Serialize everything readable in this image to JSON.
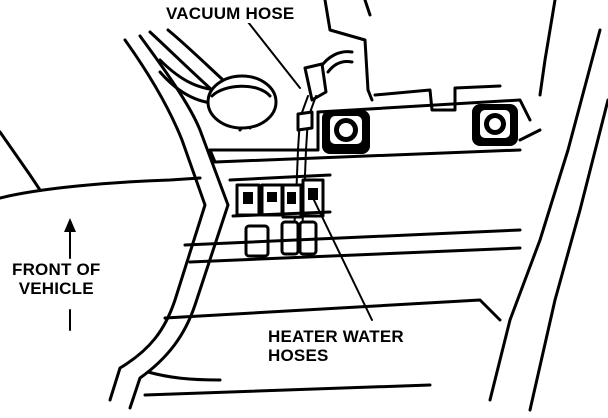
{
  "labels": {
    "vacuum_hose": "VACUUM HOSE",
    "front_of_vehicle": [
      "FRONT OF",
      "VEHICLE"
    ],
    "heater_water_hoses": [
      "HEATER WATER",
      "HOSES"
    ]
  }
}
